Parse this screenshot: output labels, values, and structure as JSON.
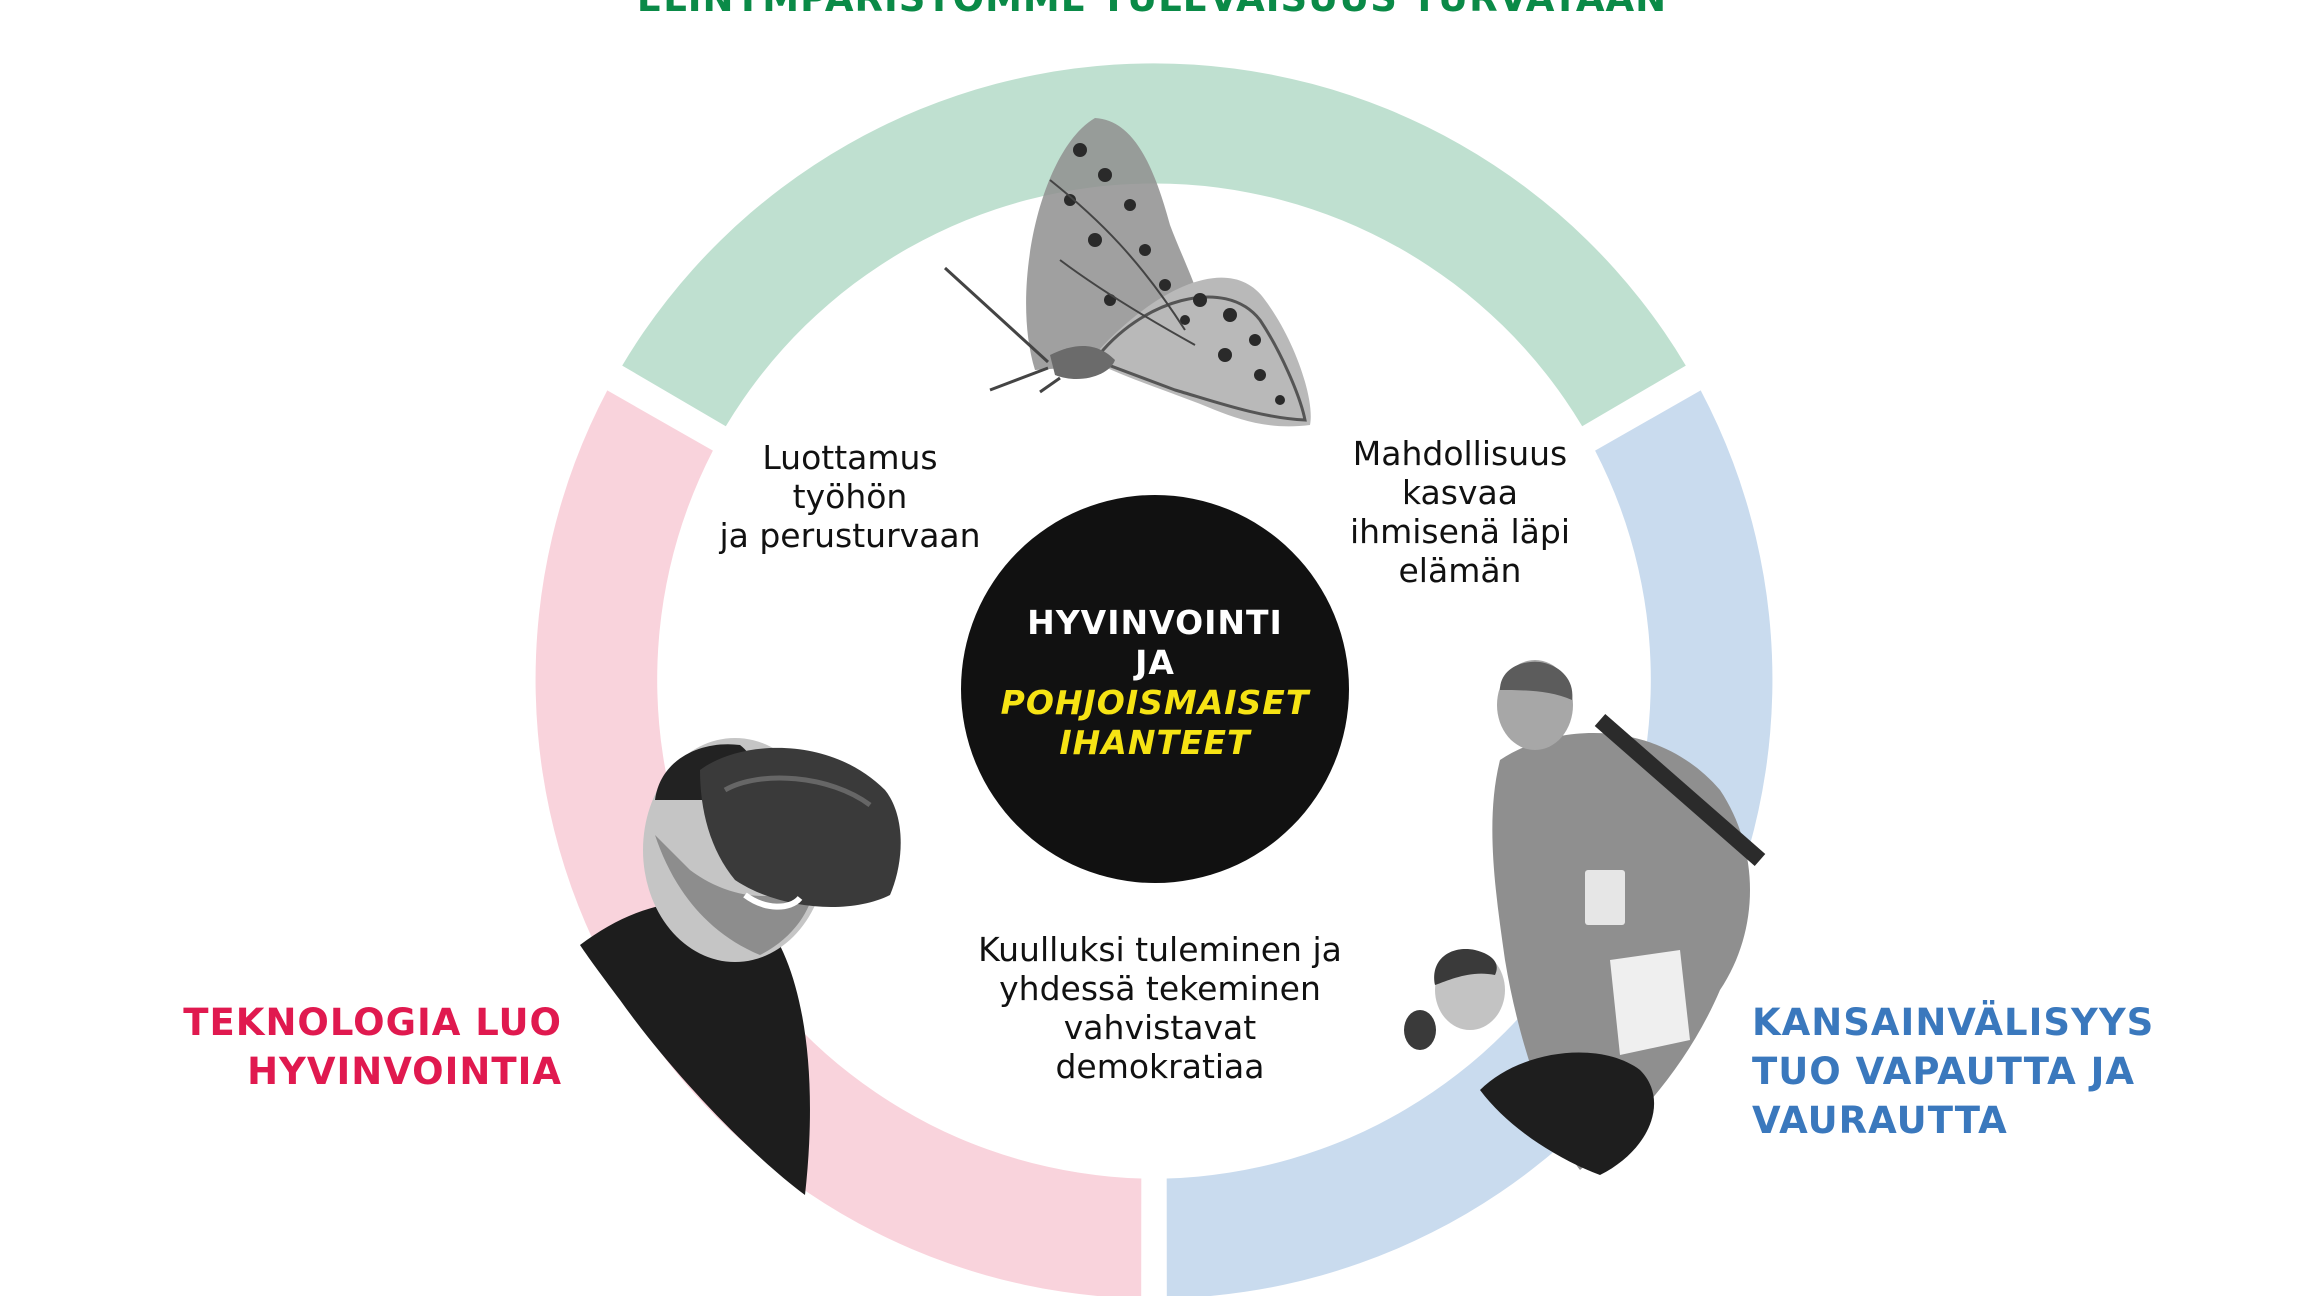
{
  "segments": {
    "top": {
      "heading": "ELINYMPÄRISTÖMME TULEVAISUUS TURVATAAN",
      "heading_color": "#0a8a47",
      "ring_color": "#bfe0d0",
      "photo": "butterfly-photo"
    },
    "left": {
      "heading_lines": [
        "TEKNOLOGIA LUO",
        "HYVINVOINTIA"
      ],
      "heading_color": "#e0194f",
      "ring_color": "#f9d3dc",
      "photo": "vr-headset-person-photo"
    },
    "right": {
      "heading_lines": [
        "KANSAINVÄLISYYS",
        "TUO VAPAUTTA JA",
        "VAURAUTTA"
      ],
      "heading_color": "#3a78bd",
      "ring_color": "#c9dbee",
      "photo": "people-conversation-photo"
    }
  },
  "inner_texts": {
    "top_left": [
      "Luottamus",
      "työhön",
      "ja perusturvaan"
    ],
    "top_right": [
      "Mahdollisuus",
      "kasvaa",
      "ihmisenä läpi",
      "elämän"
    ],
    "bottom": [
      "Kuulluksi tuleminen ja",
      "yhdessä tekeminen",
      "vahvistavat",
      "demokratiaa"
    ]
  },
  "center": {
    "lines_white": [
      "HYVINVOINTI",
      "JA"
    ],
    "lines_yellow": [
      "POHJOISMAISET",
      "IHANTEET"
    ],
    "circle_color": "#111111",
    "highlight_color": "#f6e314"
  }
}
